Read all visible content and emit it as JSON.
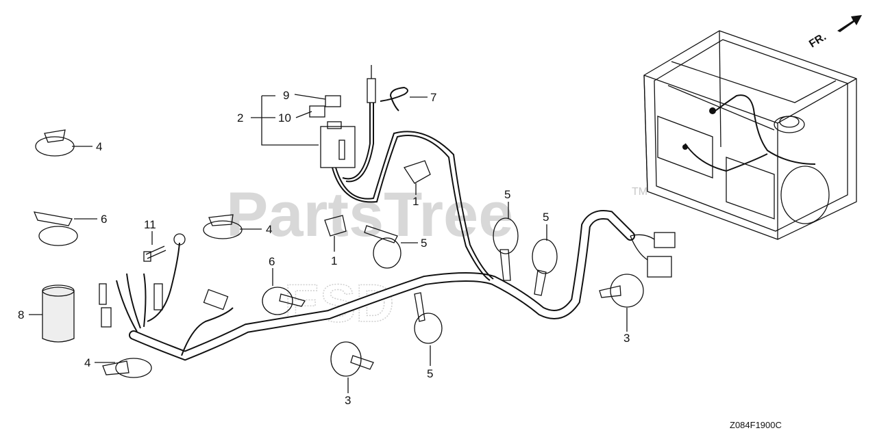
{
  "watermark": {
    "brand": "PartsTree",
    "tm": "TM",
    "sub": "ESD"
  },
  "direction": {
    "label": "FR."
  },
  "diagram_code": "Z084F1900C",
  "callouts": [
    {
      "id": "c9",
      "text": "9"
    },
    {
      "id": "c10",
      "text": "10"
    },
    {
      "id": "c2",
      "text": "2"
    },
    {
      "id": "c7",
      "text": "7"
    },
    {
      "id": "c4a",
      "text": "4"
    },
    {
      "id": "c6a",
      "text": "6"
    },
    {
      "id": "c4b",
      "text": "4"
    },
    {
      "id": "c11",
      "text": "11"
    },
    {
      "id": "c1a",
      "text": "1"
    },
    {
      "id": "c1b",
      "text": "1"
    },
    {
      "id": "c5a",
      "text": "5"
    },
    {
      "id": "c5b",
      "text": "5"
    },
    {
      "id": "c5c",
      "text": "5"
    },
    {
      "id": "c6b",
      "text": "6"
    },
    {
      "id": "c8",
      "text": "8"
    },
    {
      "id": "c4c",
      "text": "4"
    },
    {
      "id": "c3a",
      "text": "3"
    },
    {
      "id": "c3b",
      "text": "3"
    },
    {
      "id": "c5d",
      "text": "5"
    }
  ]
}
